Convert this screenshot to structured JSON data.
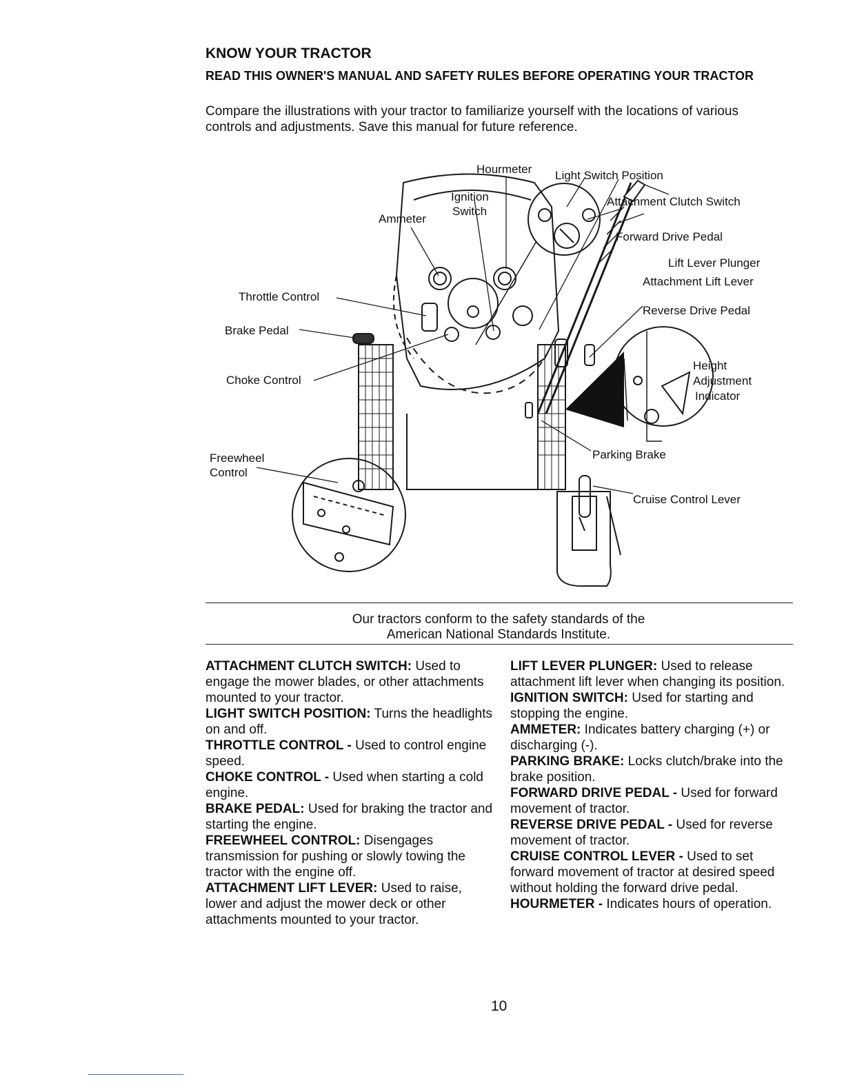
{
  "header": {
    "title": "KNOW YOUR TRACTOR",
    "subtitle": "READ THIS OWNER'S MANUAL AND SAFETY RULES BEFORE OPERATING YOUR TRACTOR",
    "intro": "Compare the illustrations with your tractor to familiarize yourself with the locations of various controls and adjustments. Save this manual for future reference."
  },
  "diagram": {
    "labels": {
      "hourmeter": "Hourmeter",
      "light_switch_position": "Light Switch Position",
      "ignition": "Ignition",
      "switch": "Switch",
      "attachment_clutch_switch": "Attachment Clutch Switch",
      "ammeter": "Ammeter",
      "forward_drive_pedal": "Forward Drive Pedal",
      "lift_lever_plunger": "Lift Lever Plunger",
      "attachment_lift_lever": "Attachment Lift Lever",
      "throttle_control": "Throttle Control",
      "reverse_drive_pedal": "Reverse Drive Pedal",
      "brake_pedal": "Brake Pedal",
      "height": "Height",
      "adjustment": "Adjustment",
      "indicator": "Indicator",
      "choke_control": "Choke Control",
      "freewheel": "Freewheel",
      "control": "Control",
      "parking_brake": "Parking Brake",
      "cruise_control_lever": "Cruise Control Lever"
    }
  },
  "standards_note": {
    "line1": "Our tractors conform to the safety standards of the",
    "line2": "American National Standards Institute."
  },
  "definitions_left": [
    {
      "term": "ATTACHMENT CLUTCH SWITCH:",
      "text": "Used to engage the mower blades, or other attachments mounted to your tractor."
    },
    {
      "term": "LIGHT SWITCH POSITION:",
      "text": "Turns the headlights on and off."
    },
    {
      "term": "THROTTLE CONTROL -",
      "text": "Used to control engine speed."
    },
    {
      "term": "CHOKE CONTROL -",
      "text": "Used when starting a cold engine."
    },
    {
      "term": "BRAKE PEDAL:",
      "text": "Used for braking the tractor and starting the engine."
    },
    {
      "term": "FREEWHEEL CONTROL:",
      "text": "Disengages transmission for pushing or slowly towing the tractor with the engine off."
    },
    {
      "term": "ATTACHMENT LIFT LEVER:",
      "text": "Used to raise, lower and adjust the mower deck or other attachments mounted to your tractor."
    }
  ],
  "definitions_right": [
    {
      "term": "LIFT LEVER PLUNGER:",
      "text": "Used to release attachment lift lever when changing its position."
    },
    {
      "term": "IGNITION SWITCH:",
      "text": "Used for starting and stopping the engine."
    },
    {
      "term": "AMMETER:",
      "text": "Indicates battery charging (+) or discharging (-)."
    },
    {
      "term": "PARKING BRAKE:",
      "text": "Locks clutch/brake into the brake position."
    },
    {
      "term": "FORWARD DRIVE PEDAL -",
      "text": "Used for forward movement of tractor."
    },
    {
      "term": "REVERSE DRIVE PEDAL -",
      "text": "Used for reverse movement of tractor."
    },
    {
      "term": "CRUISE CONTROL LEVER -",
      "text": "Used to set forward movement of tractor at desired speed without holding the forward drive pedal."
    },
    {
      "term": "HOURMETER -",
      "text": "Indicates hours of operation."
    }
  ],
  "page_number": "10"
}
